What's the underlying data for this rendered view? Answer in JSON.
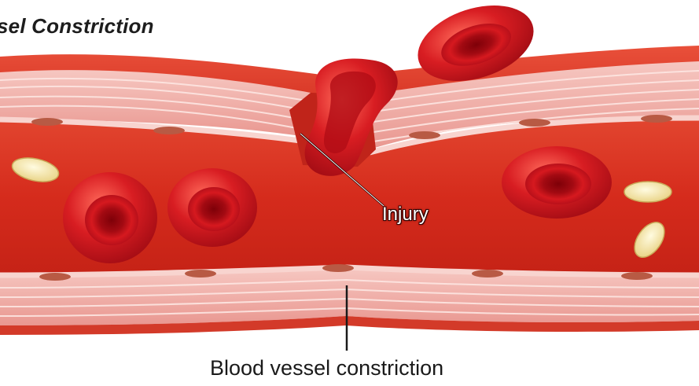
{
  "diagram": {
    "title": "sel Constriction",
    "labels": {
      "injury": "Injury",
      "constriction": "Blood vessel constriction"
    }
  },
  "colors": {
    "vessel_lumen": "#d7301f",
    "vessel_wall": "#f2b4ad",
    "wall_stripe": "#fbe3df",
    "red_blood_cell": "#c8101a",
    "cell_center": "#8f0610",
    "platelet": "#f6eab2",
    "label_text": "#ffffff",
    "caption_text": "#1a1a1a"
  }
}
